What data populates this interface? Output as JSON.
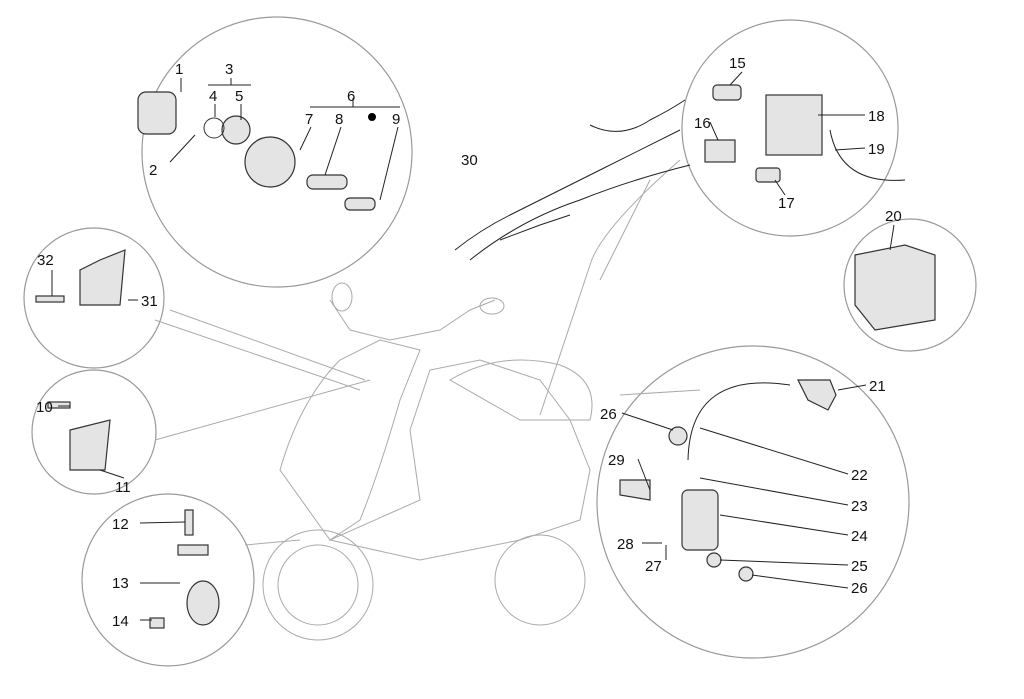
{
  "diagram": {
    "type": "exploded parts diagram",
    "labels": [
      "1",
      "2",
      "3",
      "4",
      "5",
      "6",
      "7",
      "8",
      "9",
      "10",
      "11",
      "12",
      "13",
      "14",
      "15",
      "16",
      "17",
      "18",
      "19",
      "20",
      "21",
      "22",
      "23",
      "24",
      "25",
      "26",
      "26",
      "27",
      "28",
      "29",
      "30",
      "31",
      "32"
    ]
  }
}
